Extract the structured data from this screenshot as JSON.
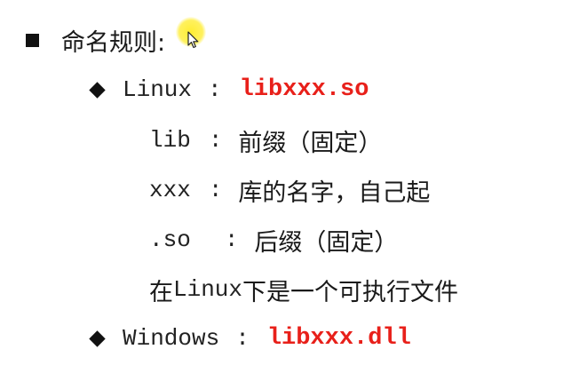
{
  "accent_color": "#e8201a",
  "heading": {
    "text": "命名规则:"
  },
  "cursor_icon": "mouse-pointer-icon",
  "linux": {
    "label": "Linux",
    "separator": ":",
    "value": "libxxx.so",
    "details": [
      {
        "term": "lib",
        "separator": ":",
        "desc": "前缀（固定）"
      },
      {
        "term": "xxx",
        "separator": ":",
        "desc": "库的名字，自己起"
      },
      {
        "term": ".so",
        "separator": ":",
        "desc": "后缀（固定）"
      }
    ],
    "note_prefix": "在",
    "note_mono": "Linux",
    "note_suffix": "下是一个可执行文件"
  },
  "windows": {
    "label": "Windows",
    "separator": ":",
    "value": "libxxx.dll"
  }
}
